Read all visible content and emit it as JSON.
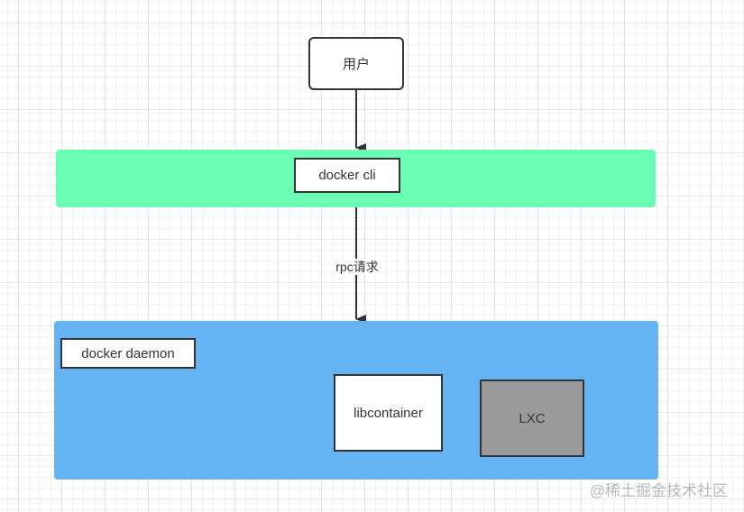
{
  "diagram": {
    "nodes": {
      "user": "用户",
      "docker_cli": "docker cli",
      "docker_daemon": "docker daemon",
      "libcontainer": "libcontainer",
      "lxc": "LXC"
    },
    "edges": [
      {
        "from": "用户",
        "to": "docker cli",
        "label": ""
      },
      {
        "from": "docker cli",
        "to": "docker daemon",
        "label": "rpc请求"
      }
    ],
    "edge_labels": {
      "rpc": "rpc请求"
    },
    "colors": {
      "cli_band": "#6cfdb4",
      "daemon_band": "#64b4f4",
      "lxc_fill": "#9a9a9a",
      "stroke": "#333333"
    }
  },
  "watermark": "@稀土掘金技术社区"
}
